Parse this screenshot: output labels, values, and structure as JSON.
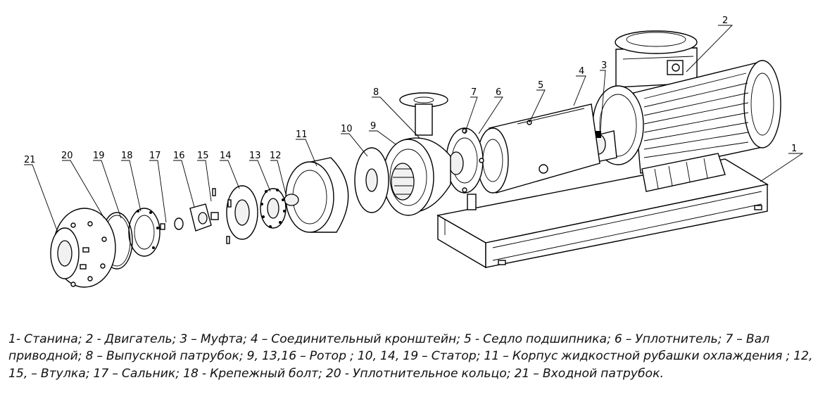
{
  "labels": {
    "p1": "1",
    "p2": "2",
    "p3": "3",
    "p4": "4",
    "p5": "5",
    "p6": "6",
    "p7": "7",
    "p8": "8",
    "p9": "9",
    "p10": "10",
    "p11": "11",
    "p12": "12",
    "p13": "13",
    "p14": "14",
    "p15": "15",
    "p16": "16",
    "p17": "17",
    "p18": "18",
    "p19": "19",
    "p20": "20",
    "p21": "21"
  },
  "caption": "1- Станина; 2 - Двигатель; 3 – Муфта; 4 – Соединительный кронштейн; 5 - Седло подшипника; 6 – Уплотнитель; 7 – Вал приводной; 8 – Выпускной патрубок; 9, 13,16 – Ротор ; 10, 14, 19 – Статор; 11 – Корпус жидкостной рубашки охлаждения ; 12, 15,  – Втулка; 17 – Сальник; 18 - Крепежный болт; 20 - Уплотнительное кольцо; 21 – Входной патрубок."
}
